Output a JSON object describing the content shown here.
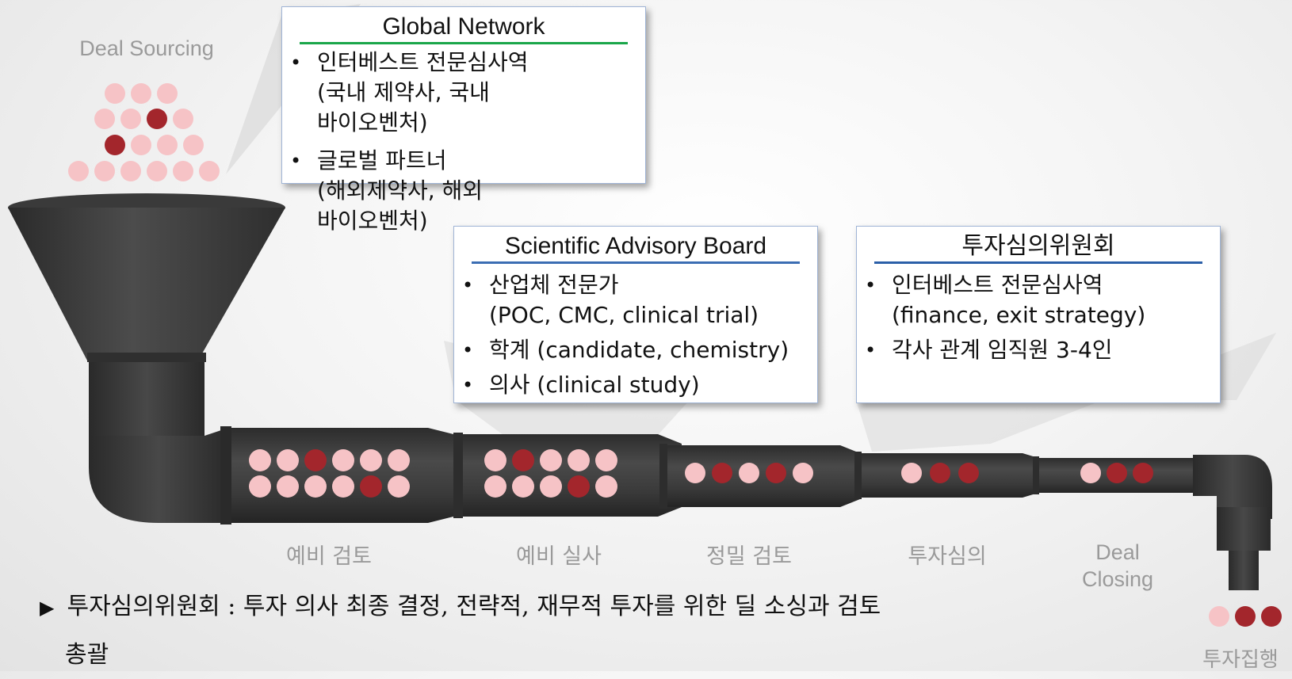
{
  "sourcing_label": "Deal Sourcing",
  "global_network": {
    "title": "Global Network",
    "title_color": "#1aa64a",
    "items": [
      {
        "line1": "인터베스트 전문심사역",
        "line2": "(국내 제약사, 국내",
        "line3": "바이오벤처)"
      },
      {
        "line1": "글로벌 파트너",
        "line2": "(해외제약사, 해외",
        "line3": "바이오벤처)"
      }
    ]
  },
  "sab": {
    "title": "Scientific Advisory Board",
    "title_color": "#3b6db3",
    "items": [
      {
        "line1": "산업체 전문가",
        "line2": "(POC, CMC, clinical trial)"
      },
      {
        "line1": "학계 (candidate, chemistry)"
      },
      {
        "line1": "의사 (clinical study)"
      }
    ]
  },
  "committee": {
    "title": "투자심의위원회",
    "title_color": "#2b5fa8",
    "items": [
      {
        "line1": "인터베스트 전문심사역",
        "line2": "(finance, exit strategy)"
      },
      {
        "line1": "각사 관계 임직원 3-4인"
      }
    ]
  },
  "stages": {
    "s1": "예비 검토",
    "s2": "예비 실사",
    "s3": "정밀 검토",
    "s4": "투자심의",
    "s5_line1": "Deal",
    "s5_line2": "Closing"
  },
  "execution_label": "투자집행",
  "note": {
    "line1": "투자심의위원회 : 투자 의사 최종 결정, 전략적, 재무적 투자를 위한 딜 소싱과 검토",
    "line2": "총괄"
  },
  "colors": {
    "deal_light": "#f6c3c6",
    "deal_dark": "#a3262c",
    "pipe": "#3a3a3a",
    "stage_label": "#9a9a9a"
  }
}
